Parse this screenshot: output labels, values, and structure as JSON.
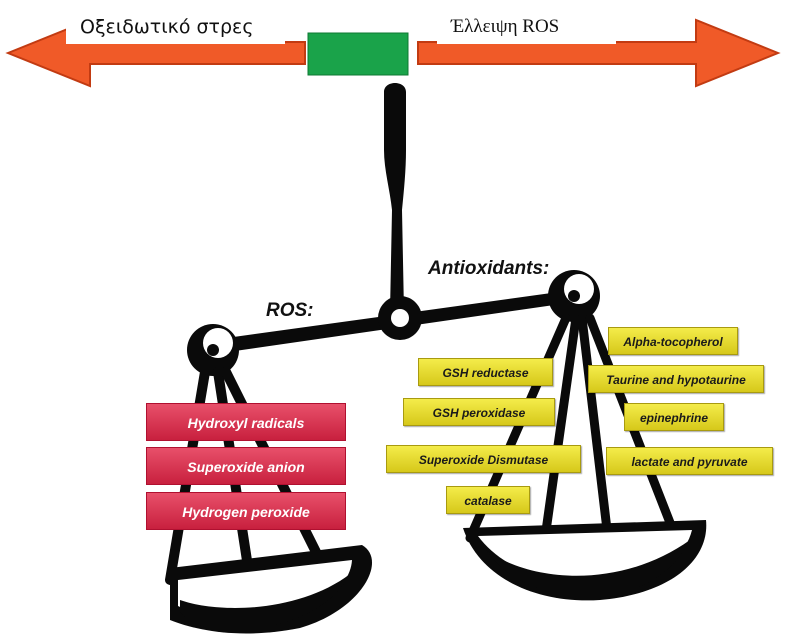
{
  "top_bar": {
    "left_label": "Οξειδωτικό στρες",
    "right_label": "Έλλειψη ROS",
    "arrow_color": "#f05a28",
    "balance_indicator_color": "#1aa34a"
  },
  "left_pan": {
    "title": "ROS:",
    "items": [
      "Hydroxyl radicals",
      "Superoxide anion",
      "Hydrogen peroxide"
    ],
    "item_color": "#d8304e"
  },
  "right_pan": {
    "title": "Antioxidants:",
    "left_column": [
      "GSH reductase",
      "GSH peroxidase",
      "Superoxide Dismutase",
      "catalase"
    ],
    "right_column": [
      "Alpha-tocopherol",
      "Taurine and hypotaurine",
      "epinephrine",
      "lactate and pyruvate"
    ],
    "item_color": "#e8dc30"
  }
}
